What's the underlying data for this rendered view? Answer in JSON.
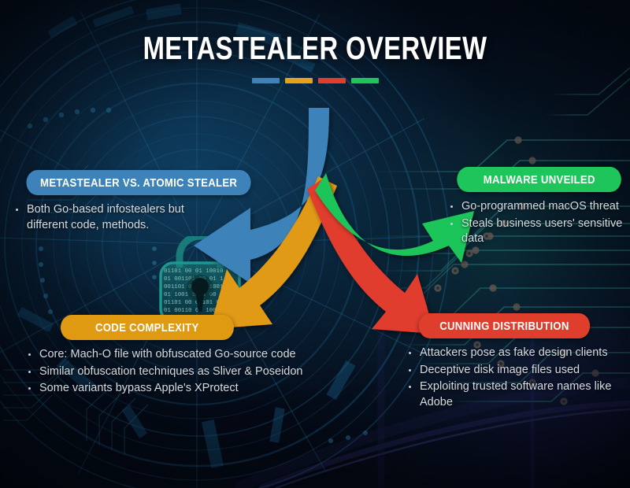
{
  "header": {
    "title": "METASTEALER OVERVIEW",
    "accent_bars": [
      {
        "name": "blue",
        "color": "#3d82b8"
      },
      {
        "name": "orange",
        "color": "#e5a21a"
      },
      {
        "name": "red",
        "color": "#e03e2d"
      },
      {
        "name": "green",
        "color": "#1ec55a"
      }
    ]
  },
  "palette": {
    "blue": "#3d82b8",
    "orange": "#e09a12",
    "red": "#e03e2d",
    "green": "#1ec55a",
    "background_dark": "#040a16",
    "circuit_line": "#1b5e86",
    "padlock_teal": "#1f8f86",
    "bullet_text": "#d6dbe1"
  },
  "cards": [
    {
      "id": "compare",
      "badge_label": "METASTEALER VS. ATOMIC STEALER",
      "badge_color": "#3d82b8",
      "bullets": [
        "Both Go-based infostealers but different code, methods."
      ]
    },
    {
      "id": "unveiled",
      "badge_label": "MALWARE UNVEILED",
      "badge_color": "#1ec55a",
      "bullets": [
        "Go-programmed macOS threat",
        "Steals business users' sensitive data"
      ]
    },
    {
      "id": "code",
      "badge_label": "CODE COMPLEXITY",
      "badge_color": "#e09a12",
      "bullets": [
        "Core: Mach-O file with obfuscated Go-source code",
        "Similar obfuscation techniques as Sliver & Poseidon",
        "Some variants bypass Apple's XProtect"
      ]
    },
    {
      "id": "distrib",
      "badge_label": "CUNNING DISTRIBUTION",
      "badge_color": "#e03e2d",
      "bullets": [
        "Attackers pose as fake design clients",
        "Deceptive disk image files used",
        "Exploiting trusted software names like Adobe"
      ]
    }
  ],
  "arrows": [
    {
      "name": "arrow-blue-to-compare",
      "color": "#3d82b8",
      "direction": "down-left"
    },
    {
      "name": "arrow-orange-to-code",
      "color": "#e09a12",
      "direction": "down-left"
    },
    {
      "name": "arrow-red-to-distribution",
      "color": "#e03e2d",
      "direction": "down-right"
    },
    {
      "name": "arrow-green-to-unveiled",
      "color": "#1ec55a",
      "direction": "up-right"
    }
  ],
  "graphics": {
    "padlock_label": "padlock-binary-icon"
  }
}
